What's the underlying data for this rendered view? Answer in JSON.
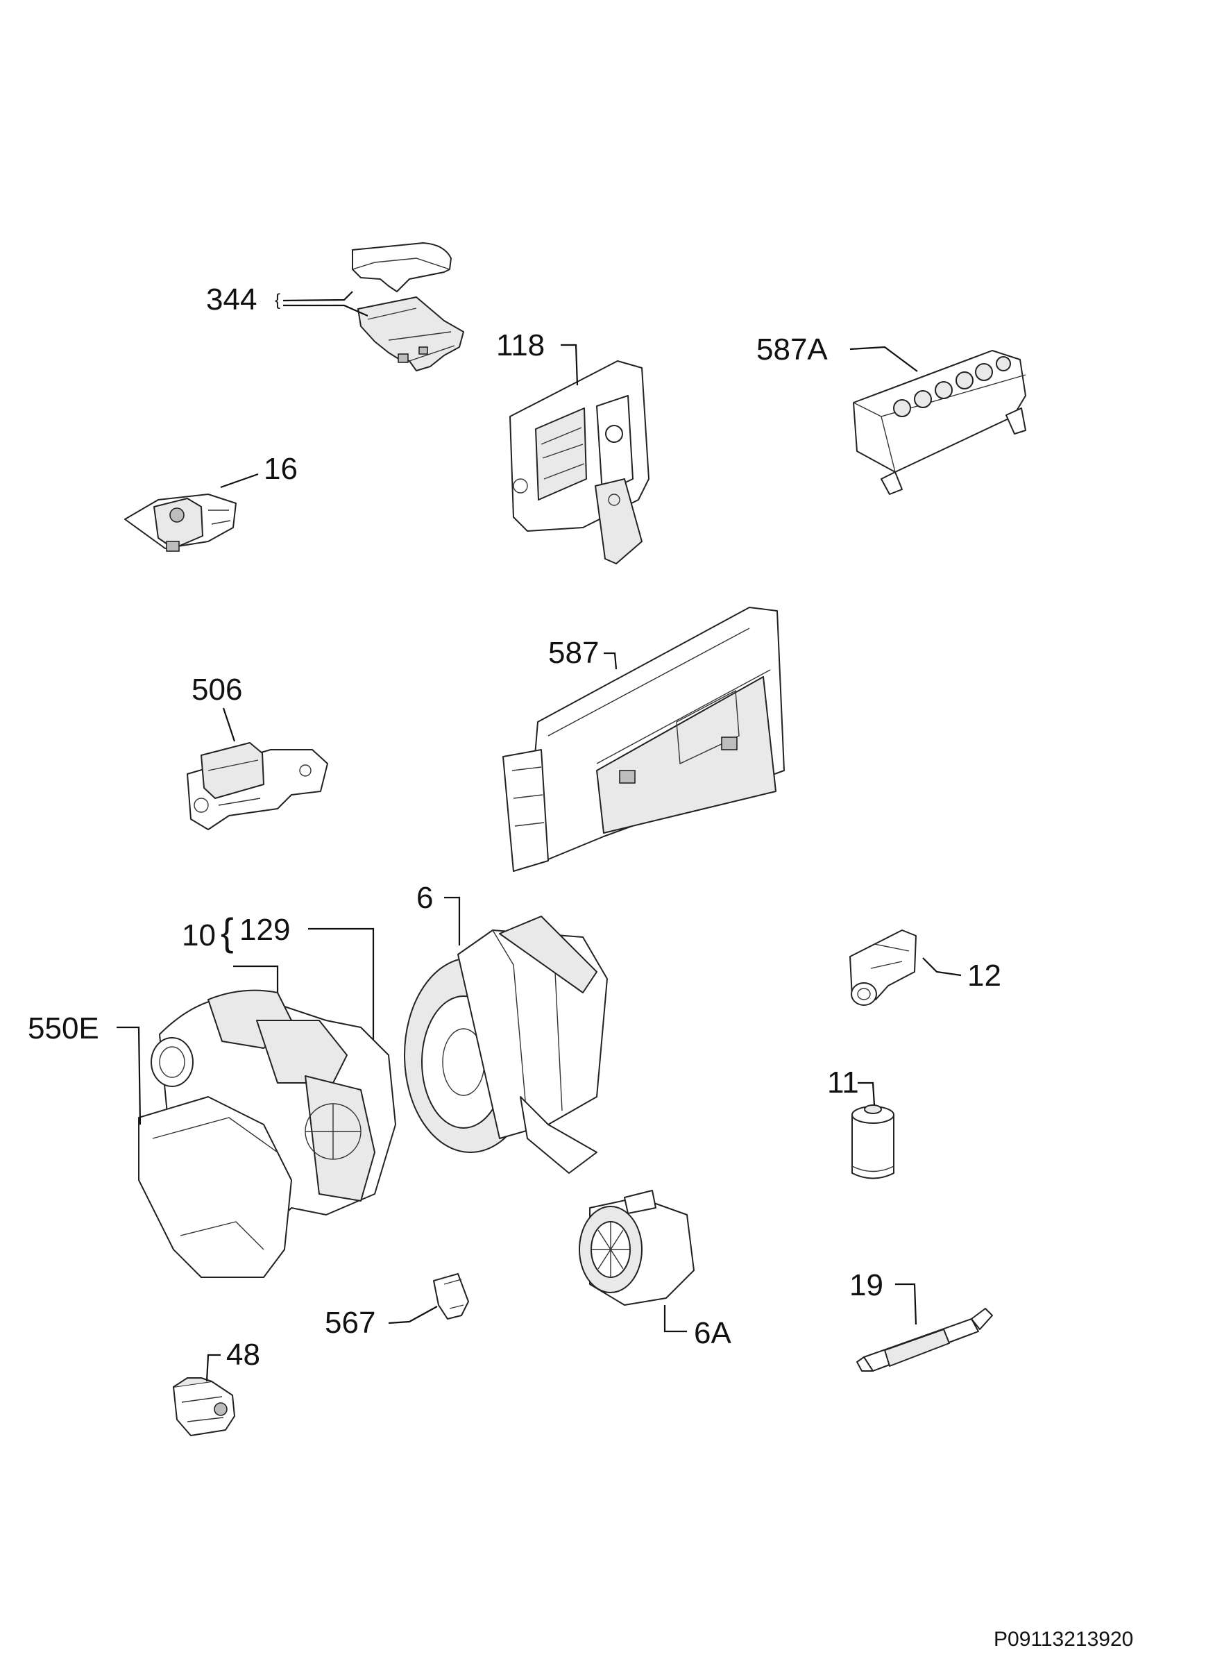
{
  "diagram": {
    "callouts": [
      {
        "id": "344",
        "label": "344"
      },
      {
        "id": "118",
        "label": "118"
      },
      {
        "id": "587A",
        "label": "587A"
      },
      {
        "id": "16",
        "label": "16"
      },
      {
        "id": "506",
        "label": "506"
      },
      {
        "id": "587",
        "label": "587"
      },
      {
        "id": "6",
        "label": "6"
      },
      {
        "id": "10",
        "label": "10"
      },
      {
        "id": "129",
        "label": "129"
      },
      {
        "id": "550E",
        "label": "550E"
      },
      {
        "id": "12",
        "label": "12"
      },
      {
        "id": "11",
        "label": "11"
      },
      {
        "id": "567",
        "label": "567"
      },
      {
        "id": "6A",
        "label": "6A"
      },
      {
        "id": "19",
        "label": "19"
      },
      {
        "id": "48",
        "label": "48"
      }
    ],
    "document_code": "P09113213920"
  }
}
